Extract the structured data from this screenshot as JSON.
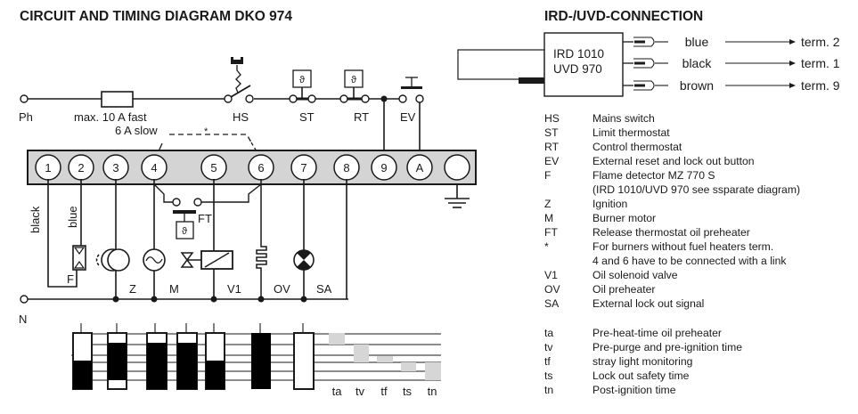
{
  "titles": {
    "main": "CIRCUIT AND TIMING DIAGRAM DKO 974",
    "connection": "IRD-/UVD-CONNECTION"
  },
  "supply": {
    "phase": "Ph",
    "neutral": "N",
    "fuse_line1": "max. 10 A fast",
    "fuse_line2": "6 A slow",
    "link_marker": "*"
  },
  "switches": {
    "hs": "HS",
    "st": "ST",
    "rt": "RT",
    "ev": "EV",
    "ft": "FT"
  },
  "terminals": [
    "1",
    "2",
    "3",
    "4",
    "5",
    "6",
    "7",
    "8",
    "9",
    "A",
    ""
  ],
  "wire_labels": {
    "black": "black",
    "blue": "blue"
  },
  "components": {
    "f": "F",
    "z": "Z",
    "m": "M",
    "v1": "V1",
    "ov": "OV",
    "sa": "SA"
  },
  "detector": {
    "line1": "IRD 1010",
    "line2": "UVD 970",
    "wires": [
      {
        "color": "blue",
        "terminal": "term. 2"
      },
      {
        "color": "black",
        "terminal": "term. 1"
      },
      {
        "color": "brown",
        "terminal": "term. 9"
      }
    ]
  },
  "legend": [
    {
      "key": "HS",
      "text": "Mains switch"
    },
    {
      "key": "ST",
      "text": "Limit thermostat"
    },
    {
      "key": "RT",
      "text": "Control thermostat"
    },
    {
      "key": "EV",
      "text": "External reset and lock out button"
    },
    {
      "key": "F",
      "text": "Flame detector MZ 770 S"
    },
    {
      "key": "",
      "text": "(IRD 1010/UVD 970 see ssparate diagram)"
    },
    {
      "key": "Z",
      "text": "Ignition"
    },
    {
      "key": "M",
      "text": "Burner motor"
    },
    {
      "key": "FT",
      "text": "Release thermostat oil preheater"
    },
    {
      "key": "*",
      "text": "For burners without fuel heaters term."
    },
    {
      "key": "",
      "text": "4 and 6 have to be connected with a link"
    },
    {
      "key": "V1",
      "text": "Oil solenoid valve"
    },
    {
      "key": "OV",
      "text": "Oil preheater"
    },
    {
      "key": "SA",
      "text": "External lock out signal"
    }
  ],
  "timing_legend": [
    {
      "key": "ta",
      "text": "Pre-heat-time oil preheater"
    },
    {
      "key": "tv",
      "text": "Pre-purge and pre-ignition time"
    },
    {
      "key": "tf",
      "text": "stray light monitoring"
    },
    {
      "key": "ts",
      "text": "Lock out safety time"
    },
    {
      "key": "tn",
      "text": "Post-ignition time"
    }
  ],
  "timing": {
    "labels": [
      "ta",
      "tv",
      "tf",
      "ts",
      "tn"
    ],
    "colors": {
      "active": "#000000",
      "interval": "#d6d6d6",
      "terminal_bar": "#d4d4d4"
    }
  }
}
